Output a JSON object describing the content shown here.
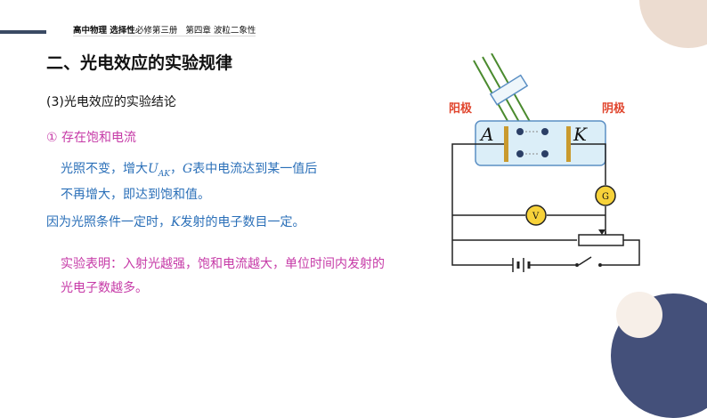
{
  "header": {
    "course": "高中物理 选择性",
    "book": "必修第三册",
    "chapter": "第四章 波粒二象性"
  },
  "title": "二、光电效应的实验规律",
  "subtitle": "(3)光电效应的实验结论",
  "point": "① 存在饱和电流",
  "body": {
    "line1_a": "光照不变，增大",
    "line1_u": "U",
    "line1_sub": "AK",
    "line1_b": "，",
    "line1_g": "G",
    "line1_c": "表中电流达到某一值后",
    "line2": "不再增大，即达到饱和值。",
    "line3_a": "因为光照条件一定时，",
    "line3_k": "K",
    "line3_b": "发射的电子数目一定。",
    "line4": "实验表明：入射光越强，饱和电流越大，单位时间内发射的",
    "line5": "光电子数越多。"
  },
  "diagram": {
    "anode_label": "阳极",
    "cathode_label": "阴极",
    "plate_a": "A",
    "plate_k": "K",
    "galvanometer": "G",
    "voltmeter": "V",
    "colors": {
      "label_red": "#e0442c",
      "wire": "#222222",
      "tube_fill": "#dbeef8",
      "tube_border": "#5b8fc4",
      "beam": "#4a8a2e",
      "meter_fill": "#f7d23a"
    }
  },
  "colors": {
    "accent_pink": "#c63aa7",
    "accent_blue": "#2a6fb8",
    "header_bar": "#3a4a63"
  }
}
